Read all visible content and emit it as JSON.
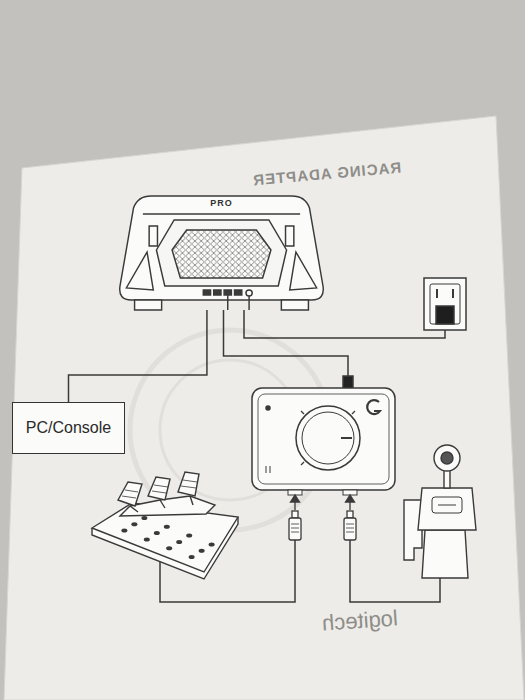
{
  "diagram": {
    "nodes": [
      {
        "text": [
          "PRO"
        ]
      },
      {
        "text": [
          "PC/Console"
        ]
      }
    ],
    "edges": [
      {
        "from": 0,
        "to": 1,
        "arrow": "none"
      }
    ],
    "labels": [
      "RACING ADAPTER",
      "logitech"
    ]
  }
}
